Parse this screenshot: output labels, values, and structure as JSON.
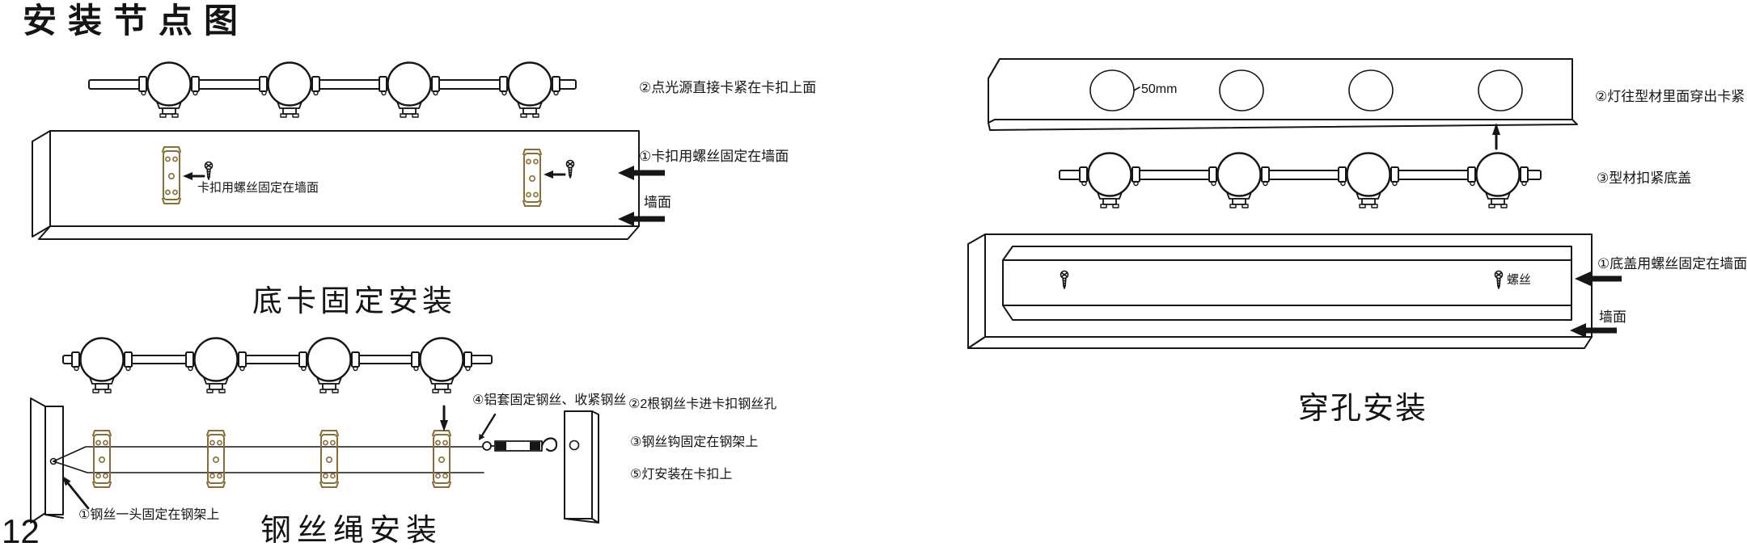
{
  "page": {
    "title": "安装节点图",
    "page_number": "12"
  },
  "colors": {
    "line": "#161616",
    "clip": "#8a6d35",
    "text": "#141414",
    "background": "#ffffff"
  },
  "sections": {
    "bottom_clip": {
      "title": "底卡固定安装",
      "wall_label": "卡扣用螺丝固定在墙面",
      "callouts": {
        "step2": "②点光源直接卡紧在卡扣上面",
        "step1": "①卡扣用螺丝固定在墙面",
        "wall": "墙面"
      }
    },
    "wire_rope": {
      "title": "钢丝绳安装",
      "callouts": {
        "step4": "④铝套固定钢丝、收紧钢丝",
        "step2": "②2根钢丝卡进卡扣钢丝孔",
        "step3": "③钢丝钩固定在钢架上",
        "step5": "⑤灯安装在卡扣上",
        "step1": "①钢丝一头固定在钢架上"
      }
    },
    "perforation": {
      "title": "穿孔安装",
      "hole_diameter": "50mm",
      "screw_label": "螺丝",
      "callouts": {
        "step2": "②灯往型材里面穿出卡紧",
        "step3": "③型材扣紧底盖",
        "step1": "①底盖用螺丝固定在墙面",
        "wall": "墙面"
      }
    }
  }
}
